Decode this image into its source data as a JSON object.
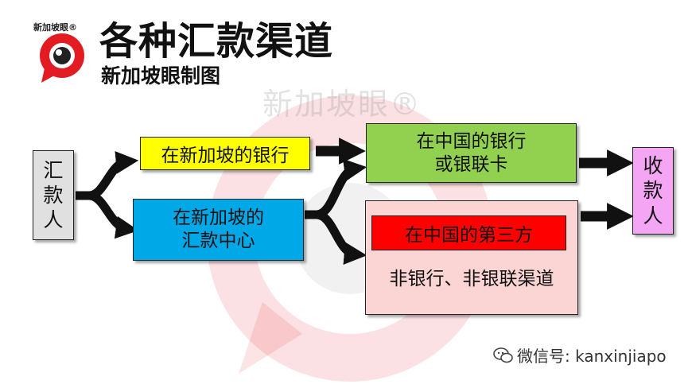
{
  "header": {
    "logo_text": "新加坡眼®",
    "title": "各种汇款渠道",
    "subtitle": "新加坡眼制图"
  },
  "watermark": {
    "text": "新加坡眼®"
  },
  "diagram": {
    "sender": {
      "lines": [
        "汇",
        "款",
        "人"
      ],
      "color": "#e0e0e0"
    },
    "sg_bank": {
      "label": "在新加坡的银行",
      "color": "#ffff00"
    },
    "sg_remit": {
      "lines": [
        "在新加坡的",
        "汇款中心"
      ],
      "color": "#00a8e8"
    },
    "cn_bank": {
      "lines": [
        "在中国的银行",
        "或银联卡"
      ],
      "color": "#92d050"
    },
    "cn_third": {
      "label": "在中国的第三方",
      "color": "#ff0000"
    },
    "cn_nonbank": {
      "label": "非银行、非银联渠道",
      "color": "#fbd4d4"
    },
    "receiver": {
      "lines": [
        "收",
        "款",
        "人"
      ],
      "color": "#f4a6f4"
    }
  },
  "footer": {
    "credit": "微信号: kanxinjiapo",
    "icon": "wechat-icon"
  }
}
